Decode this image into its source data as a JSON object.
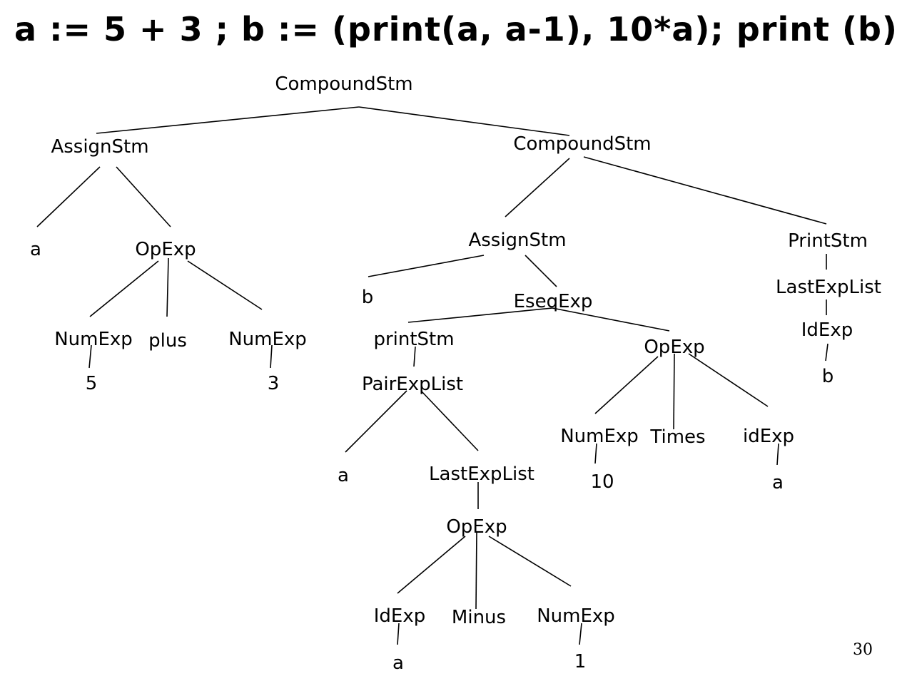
{
  "title": "a := 5 + 3 ; b := (print(a, a-1), 10*a); print (b)",
  "page_number": "30",
  "tree": {
    "n1": "CompoundStm",
    "n2": "AssignStm",
    "n3": "a",
    "n4": "OpExp",
    "n5": "NumExp",
    "n6": "plus",
    "n7": "NumExp",
    "n8": "5",
    "n9": "3",
    "n10": "CompoundStm",
    "n11": "AssignStm",
    "n12": "b",
    "n13": "EseqExp",
    "n14": "printStm",
    "n15": "PairExpList",
    "n16": "a",
    "n17": "LastExpList",
    "n18": "OpExp",
    "n19": "IdExp",
    "n20": "Minus",
    "n21": "NumExp",
    "n22": "a",
    "n23": "1",
    "n24": "OpExp",
    "n25": "NumExp",
    "n26": "Times",
    "n27": "idExp",
    "n28": "10",
    "n29": "a",
    "n30": "PrintStm",
    "n31": "LastExpList",
    "n32": "IdExp",
    "n33": "b"
  }
}
